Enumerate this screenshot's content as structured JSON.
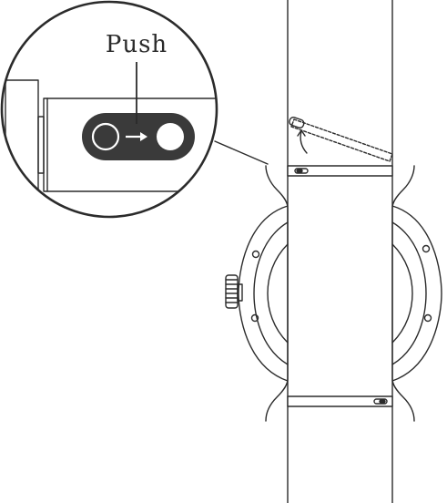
{
  "callout": {
    "label": "Push"
  },
  "colors": {
    "line": "#2b2b2b",
    "pill": "#3a3a3a",
    "background": "#ffffff"
  },
  "icons": [
    "watch-band",
    "spring-bar",
    "release-pin",
    "arrow-right",
    "crown",
    "magnifier-callout"
  ]
}
